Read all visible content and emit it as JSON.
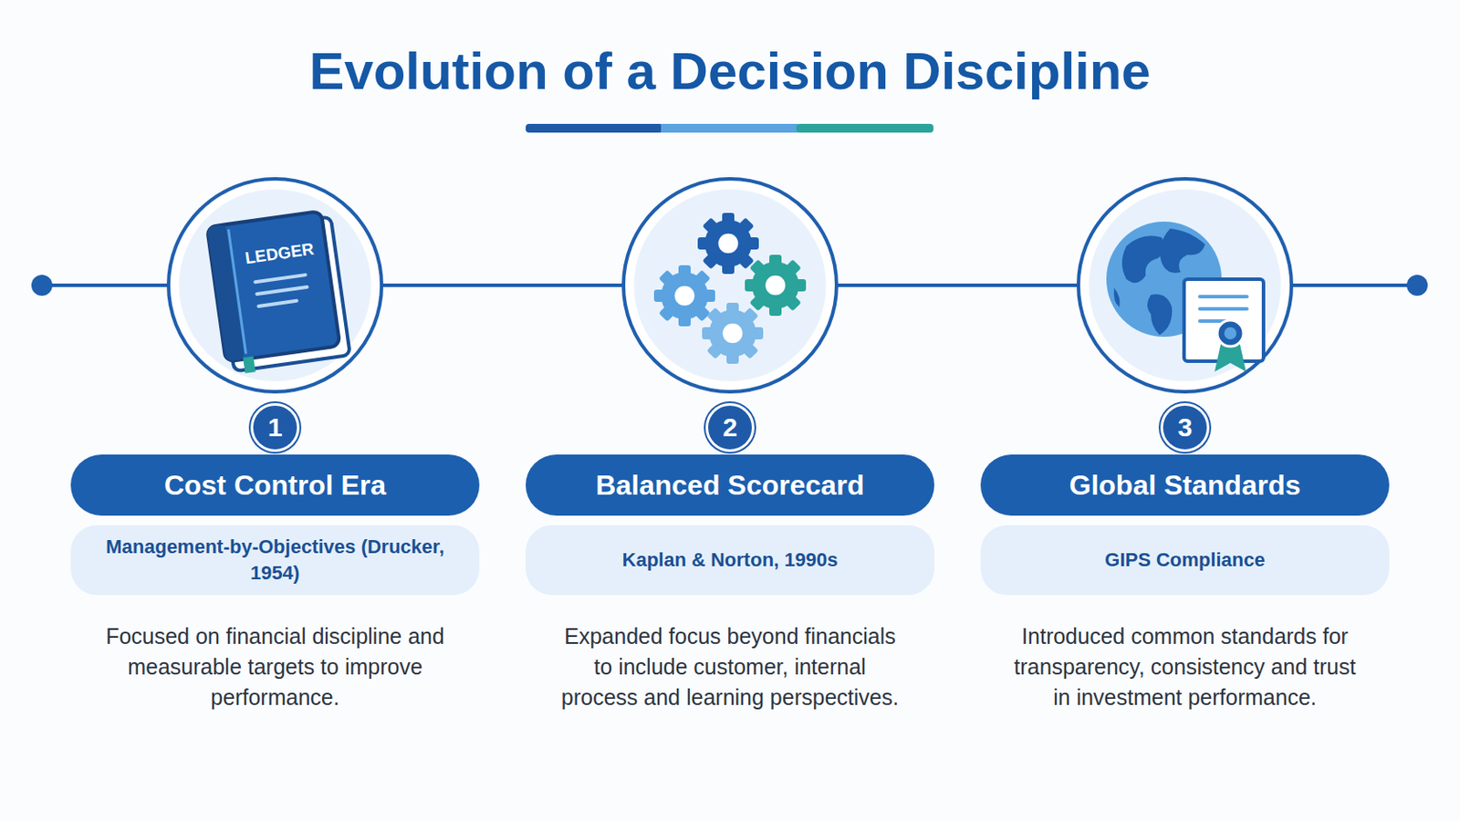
{
  "diagram": {
    "title": "Evolution of a Decision Discipline",
    "nodes": [
      {
        "text": [
          "1"
        ]
      },
      {
        "text": [
          "Cost Control Era"
        ]
      },
      {
        "text": [
          "Management-by-Objectives (Drucker, 1954)"
        ]
      },
      {
        "text": [
          "2"
        ]
      },
      {
        "text": [
          "Balanced Scorecard"
        ]
      },
      {
        "text": [
          "Kaplan & Norton, 1990s"
        ]
      },
      {
        "text": [
          "3"
        ]
      },
      {
        "text": [
          "Global Standards"
        ]
      },
      {
        "text": [
          "GIPS Compliance"
        ]
      }
    ],
    "labels": [
      "LEDGER",
      "Focused on financial discipline and measurable targets to improve performance.",
      "Expanded focus beyond financials to include customer, internal process and learning perspectives.",
      "Introduced common standards for transparency, consistency and trust in investment performance."
    ]
  }
}
